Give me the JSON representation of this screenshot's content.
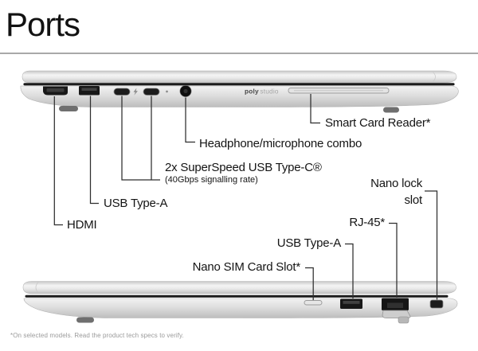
{
  "page": {
    "title": "Ports",
    "footnote": "*On selected models. Read the product tech specs to verify."
  },
  "branding": {
    "poly": "poly",
    "studio": "studio"
  },
  "left_view": {
    "labels": {
      "hdmi": "HDMI",
      "usb_a": "USB Type-A",
      "usb_c": "2x SuperSpeed USB Type-C®",
      "usb_c_sub": "(40Gbps signalling rate)",
      "headphone": "Headphone/microphone combo",
      "smart_card": "Smart Card Reader*"
    }
  },
  "right_view": {
    "labels": {
      "nano_sim": "Nano SIM Card Slot*",
      "usb_a": "USB Type-A",
      "rj45": "RJ-45*",
      "nano_lock_line1": "Nano lock",
      "nano_lock_line2": "slot"
    }
  },
  "colors": {
    "text": "#141414",
    "divider": "#a9a9a9",
    "footnote": "#9a9a9a",
    "leader_line": "#2e2e2e",
    "seam": "#1b1b1b",
    "body_silver": "#d9d9d9"
  }
}
